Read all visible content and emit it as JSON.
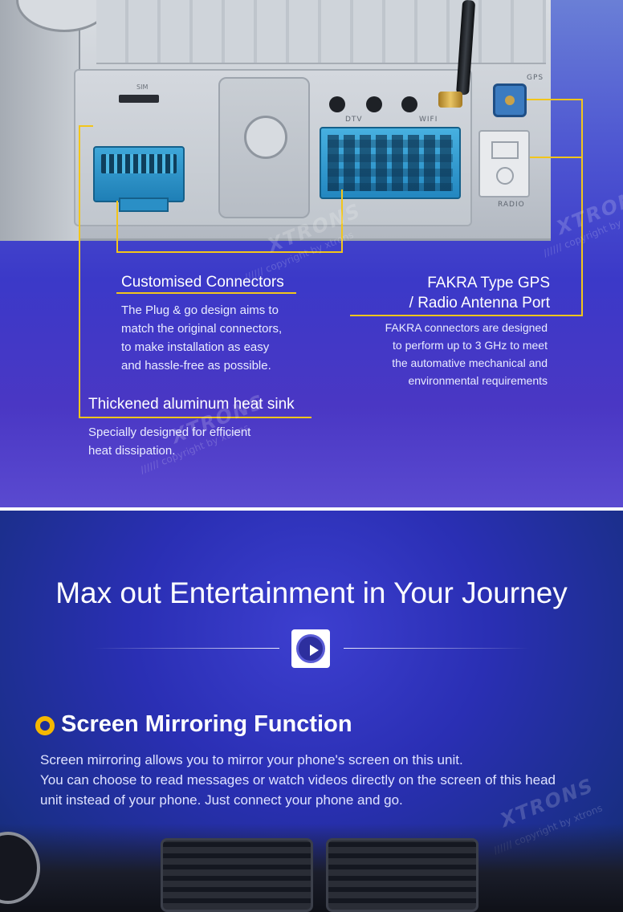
{
  "hardware": {
    "sim_label": "SIM",
    "dtv_label": "DTV",
    "wifi_label": "WIFI",
    "gps_label": "GPS",
    "radio_label": "RADIO"
  },
  "watermark": {
    "brand": "XTRONS",
    "copyright": "////// copyright by xtrons"
  },
  "callouts": {
    "connectors": {
      "heading": "Customised Connectors",
      "lines": [
        "The Plug & go design aims to",
        "match the original connectors,",
        "to make installation as easy",
        "and hassle-free as possible."
      ]
    },
    "fakra": {
      "heading_line1": "FAKRA Type GPS",
      "heading_line2": "/ Radio Antenna Port",
      "lines": [
        "FAKRA connectors are designed",
        "to perform up to 3 GHz to meet",
        "the automative mechanical and",
        "environmental requirements"
      ]
    },
    "heatsink": {
      "heading": "Thickened aluminum heat sink",
      "lines": [
        "Specially designed for efficient",
        "heat dissipation."
      ]
    }
  },
  "entertainment": {
    "title": "Max out Entertainment in Your Journey",
    "play_icon": "play-icon"
  },
  "mirroring": {
    "title": "Screen Mirroring Function",
    "line1": "Screen mirroring allows you to mirror your phone's screen on this unit.",
    "line2": "You can choose to read messages or watch videos directly on the screen of this head",
    "line3": "unit instead of your phone. Just connect your phone and go."
  },
  "colors": {
    "accent_yellow": "#f2c51b",
    "bullet_orange": "#f5b800",
    "connector_blue": "#2a8fc6"
  }
}
